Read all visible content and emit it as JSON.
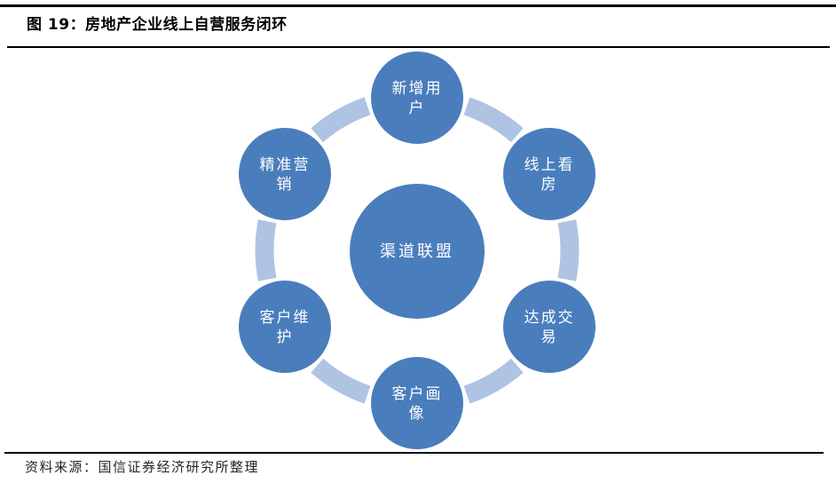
{
  "figure": {
    "title": "图 19：房地产企业线上自营服务闭环",
    "source": "资料来源：国信证券经济研究所整理"
  },
  "diagram": {
    "center": {
      "id": "channel-alliance",
      "label": "渠道联盟"
    },
    "nodes": [
      {
        "id": "new-users",
        "label": "新增用户"
      },
      {
        "id": "online-house-viewing",
        "label": "线上看房"
      },
      {
        "id": "deal-closed",
        "label": "达成交易"
      },
      {
        "id": "customer-profile",
        "label": "客户画像"
      },
      {
        "id": "customer-maintenance",
        "label": "客户维护"
      },
      {
        "id": "precision-marketing",
        "label": "精准营销"
      }
    ],
    "colors": {
      "node_fill": "#4A7DBC",
      "ring": "#AFC3E3",
      "label_text": "#FFFFFF",
      "title_text": "#000000",
      "source_text": "#262626"
    }
  }
}
